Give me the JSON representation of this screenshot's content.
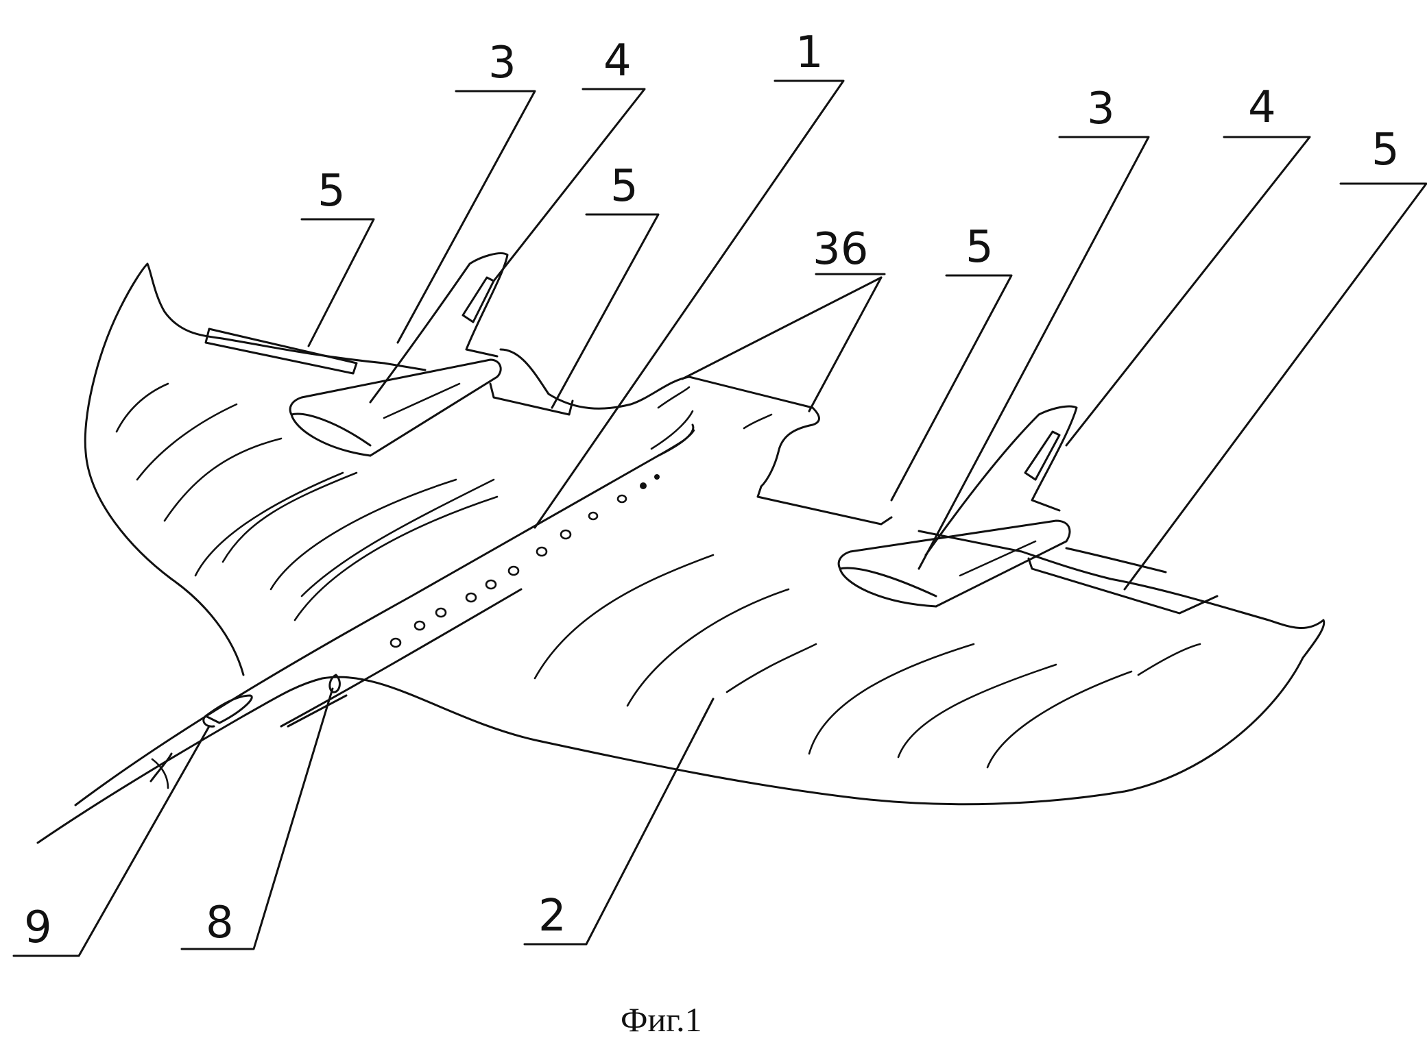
{
  "figure": {
    "caption": "Фиг.1",
    "reference_labels": {
      "fuselage": "1",
      "wing": "2",
      "engine_left": "3",
      "fin_left": "4",
      "flap_left_outer": "5",
      "flap_left_inner": "5",
      "step_36": "36",
      "flap_right_inner": "5",
      "engine_right": "3",
      "fin_right": "4",
      "flap_right_outer": "5",
      "nose_9": "9",
      "item_8": "8"
    }
  },
  "colors": {
    "ink": "#111111",
    "paper": "#ffffff"
  }
}
